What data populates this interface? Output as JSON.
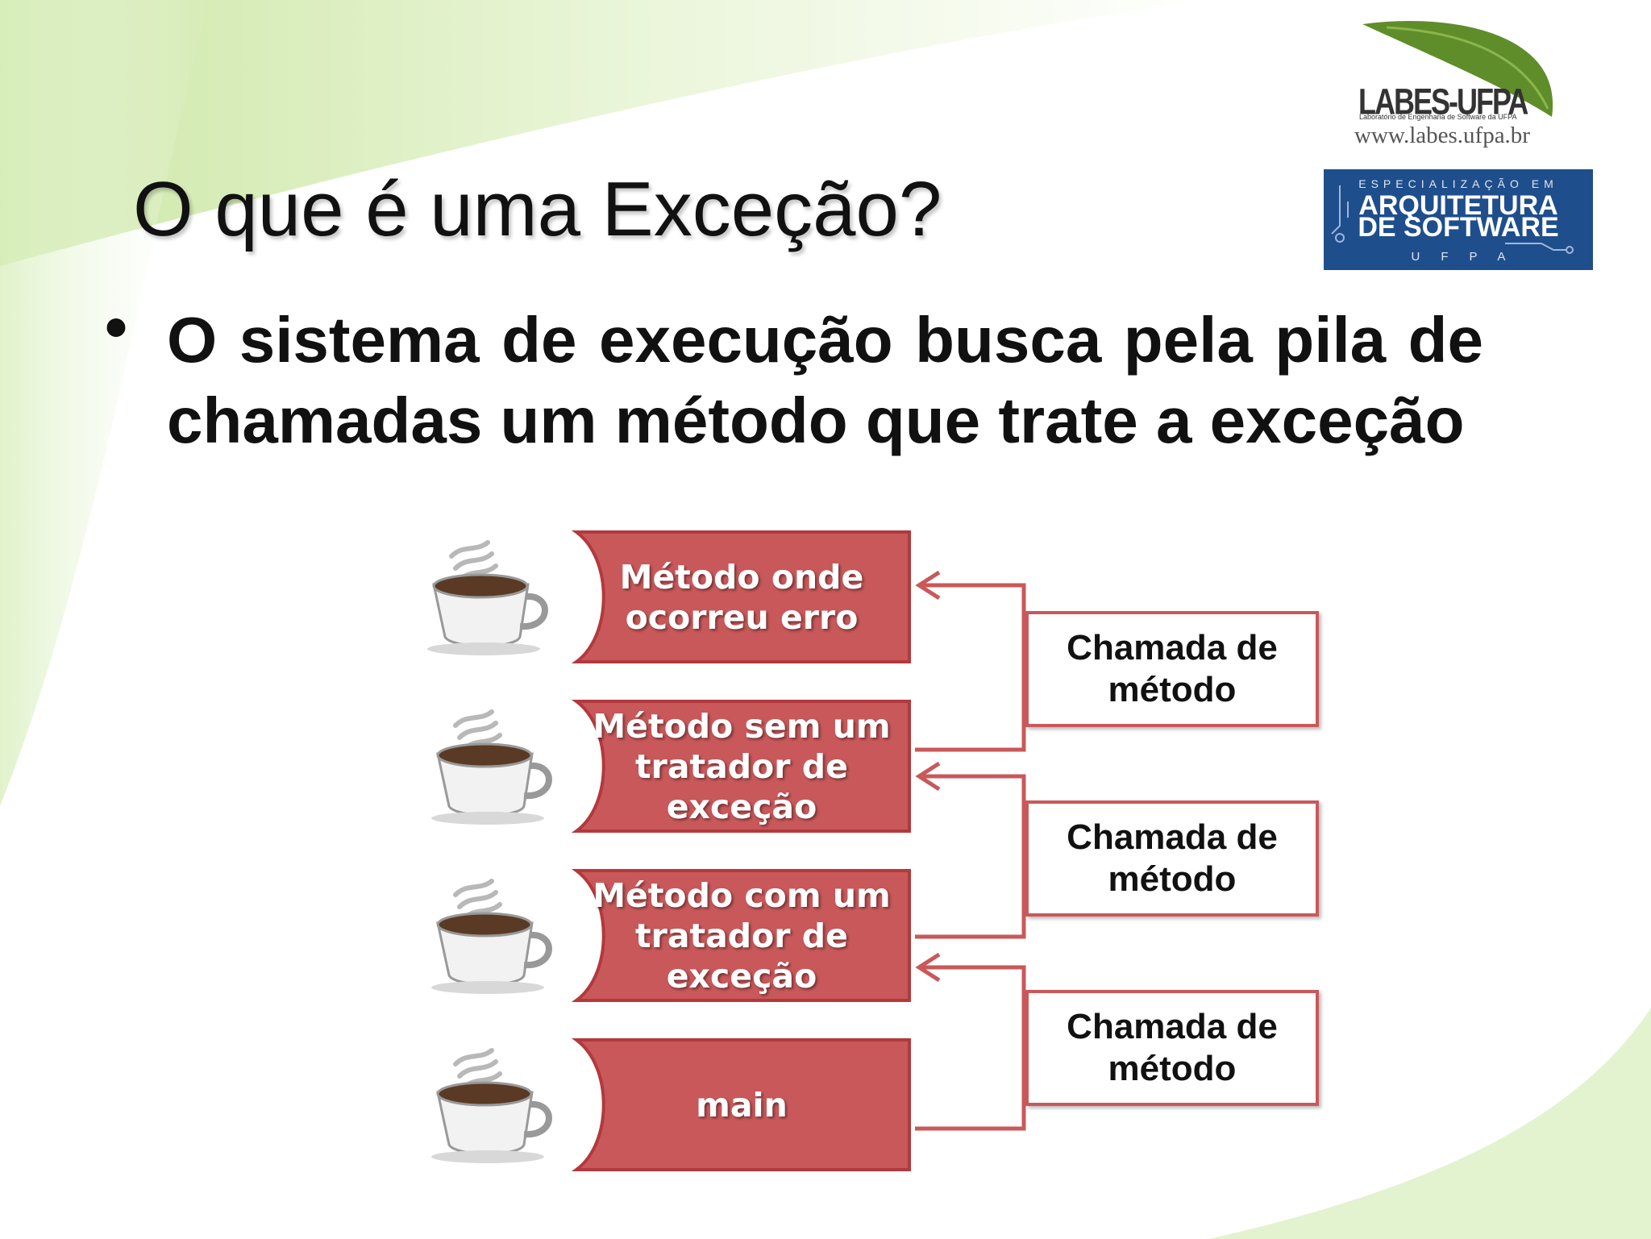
{
  "slide": {
    "title": "O que é uma Exceção?",
    "bullet": "O sistema de execução busca pela pila de chamadas um método que trate a exceção"
  },
  "logos": {
    "labes_name": "LABES-UFPA",
    "labes_subtitle": "Laboratório de Engenharia de Software da UFPA",
    "labes_url": "www.labes.ufpa.br",
    "badge_top": "ESPECIALIZAÇÃO EM",
    "badge_line1": "ARQUITETURA",
    "badge_line2": "DE SOFTWARE",
    "badge_bottom": "UFPA"
  },
  "diagram": {
    "stack": [
      {
        "label": "Método onde ocorreu erro"
      },
      {
        "label": "Método sem um tratador de exceção"
      },
      {
        "label": "Método com um tratador de exceção"
      },
      {
        "label": "main"
      }
    ],
    "calls": [
      {
        "label": "Chamada de método"
      },
      {
        "label": "Chamada de método"
      },
      {
        "label": "Chamada de método"
      }
    ],
    "colors": {
      "box_fill": "#c9585a",
      "box_border": "#b2393d",
      "arrow": "#c9585a",
      "background_accent": "#d6edb9"
    },
    "icon": "coffee-cup-icon"
  }
}
